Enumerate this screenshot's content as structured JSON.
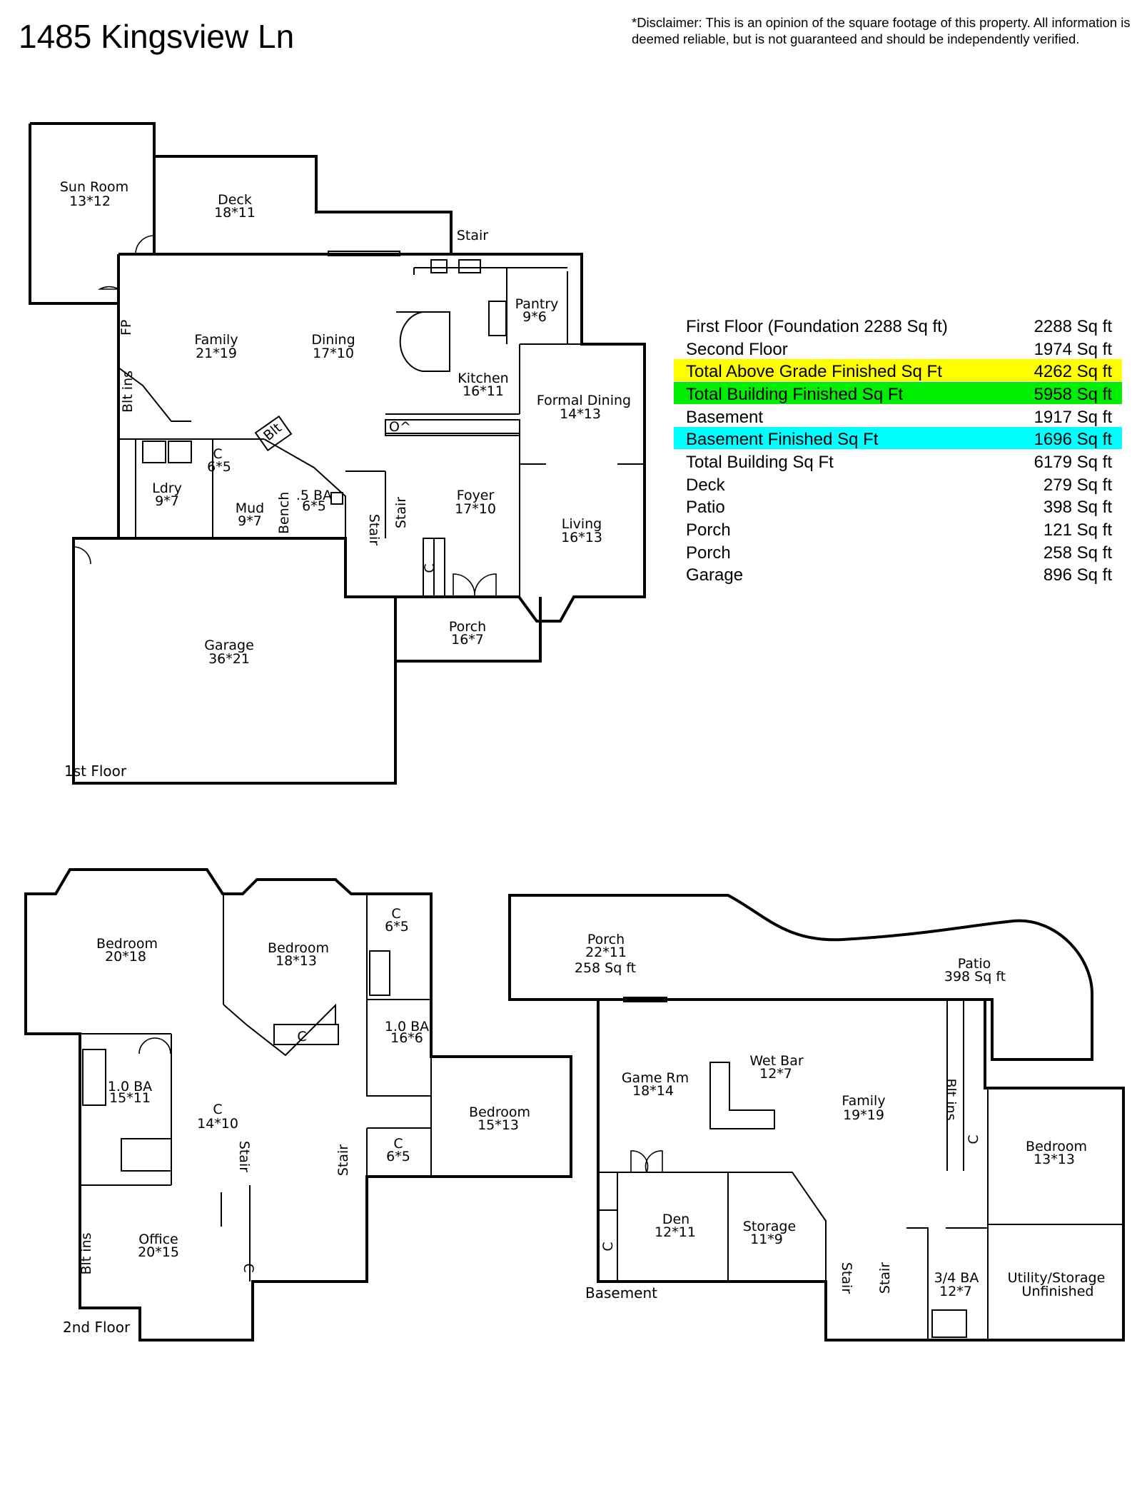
{
  "header": {
    "address": "1485 Kingsview Ln",
    "disclaimer": "*Disclaimer: This is an opinion of the square footage of this property. All information is deemed reliable, but is not guaranteed and should be independently verified."
  },
  "floors": {
    "first_floor": {
      "label": "1st Floor",
      "rooms": [
        {
          "name": "Sun Room",
          "dims": "13*12"
        },
        {
          "name": "Deck",
          "dims": "18*11"
        },
        {
          "name": "Stair"
        },
        {
          "name": "Pantry",
          "dims": "9*6"
        },
        {
          "name": "Family",
          "dims": "21*19"
        },
        {
          "name": "Dining",
          "dims": "17*10"
        },
        {
          "name": "Kitchen",
          "dims": "16*11"
        },
        {
          "name": "Formal Dining",
          "dims": "14*13"
        },
        {
          "name": "C",
          "dims": "6*5"
        },
        {
          "name": "Ldry",
          "dims": "9*7"
        },
        {
          "name": "Mud",
          "dims": "9*7"
        },
        {
          "name": ".5 BA",
          "dims": "6*5"
        },
        {
          "name": "Foyer",
          "dims": "17*10"
        },
        {
          "name": "Living",
          "dims": "16*13"
        },
        {
          "name": "Porch",
          "dims": "16*7"
        },
        {
          "name": "Garage",
          "dims": "36*21"
        }
      ],
      "small_labels": {
        "fp": "FP",
        "blt_ins": "Blt ins",
        "blt": "Blt",
        "bench": "Bench",
        "stair": "Stair",
        "closet": "C",
        "oven": "O^"
      }
    },
    "second_floor": {
      "label": "2nd Floor",
      "rooms": [
        {
          "name": "Bedroom",
          "dims": "20*18"
        },
        {
          "name": "Bedroom",
          "dims": "18*13"
        },
        {
          "name": "C",
          "dims": "6*5"
        },
        {
          "name": "1.0 BA",
          "dims": "16*6"
        },
        {
          "name": "1.0 BA",
          "dims": "15*11"
        },
        {
          "name": "C",
          "dims": "14*10"
        },
        {
          "name": "Bedroom",
          "dims": "15*13"
        },
        {
          "name": "C",
          "dims": "6*5"
        },
        {
          "name": "Office",
          "dims": "20*15"
        }
      ],
      "small_labels": {
        "closet": "C",
        "stair": "Stair",
        "blt_ins": "Blt ins"
      }
    },
    "basement": {
      "label": "Basement",
      "rooms": [
        {
          "name": "Porch",
          "dims": "22*11",
          "area": "258 Sq ft"
        },
        {
          "name": "Patio",
          "area": "398 Sq ft"
        },
        {
          "name": "Game Rm",
          "dims": "18*14"
        },
        {
          "name": "Wet Bar",
          "dims": "12*7"
        },
        {
          "name": "Family",
          "dims": "19*19"
        },
        {
          "name": "Bedroom",
          "dims": "13*13"
        },
        {
          "name": "Den",
          "dims": "12*11"
        },
        {
          "name": "Storage",
          "dims": "11*9"
        },
        {
          "name": "3/4 BA",
          "dims": "12*7"
        },
        {
          "name": "Utility/Storage",
          "dims": "Unfinished"
        }
      ],
      "small_labels": {
        "closet": "C",
        "stair": "Stair",
        "blt_ins": "Blt ins"
      }
    }
  },
  "area_summary": {
    "highlight_colors": {
      "yellow": "#ffff00",
      "green": "#00ee00",
      "cyan": "#00ffff"
    },
    "rows": [
      {
        "label": "First Floor (Foundation 2288 Sq ft)",
        "value": "2288 Sq ft",
        "highlight": ""
      },
      {
        "label": "Second Floor",
        "value": "1974 Sq ft",
        "highlight": ""
      },
      {
        "label": "Total Above Grade Finished Sq Ft",
        "value": "4262 Sq ft",
        "highlight": "#ffff00"
      },
      {
        "label": "Total Building Finished Sq Ft",
        "value": "5958 Sq ft",
        "highlight": "#00ee00"
      },
      {
        "label": "Basement",
        "value": "1917 Sq ft",
        "highlight": ""
      },
      {
        "label": "Basement Finished Sq Ft",
        "value": "1696 Sq ft",
        "highlight": "#00ffff"
      },
      {
        "label": "Total Building Sq Ft",
        "value": "6179 Sq ft",
        "highlight": ""
      },
      {
        "label": "Deck",
        "value": "279 Sq ft",
        "highlight": ""
      },
      {
        "label": "Patio",
        "value": "398 Sq ft",
        "highlight": ""
      },
      {
        "label": "Porch",
        "value": "121 Sq ft",
        "highlight": ""
      },
      {
        "label": "Porch",
        "value": "258 Sq ft",
        "highlight": ""
      },
      {
        "label": "Garage",
        "value": "896 Sq ft",
        "highlight": ""
      }
    ]
  }
}
